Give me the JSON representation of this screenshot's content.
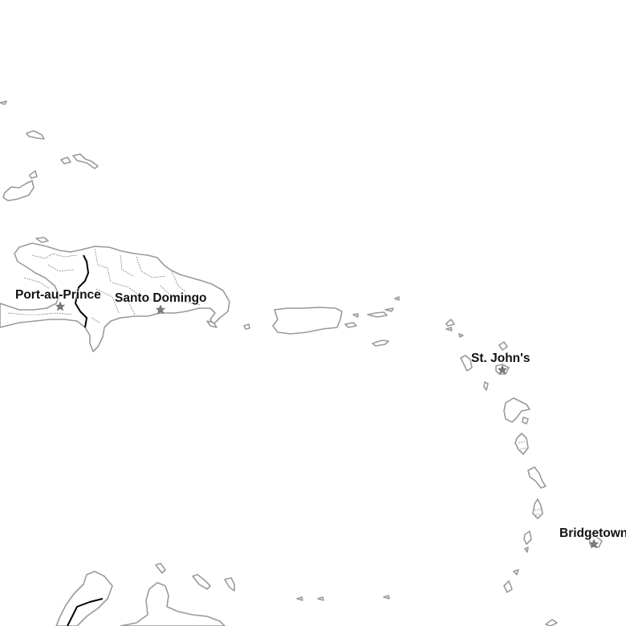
{
  "map": {
    "cities": [
      {
        "id": "port-au-prince",
        "name": "Port-au-Prince",
        "capital": true
      },
      {
        "id": "santo-domingo",
        "name": "Santo Domingo",
        "capital": true
      },
      {
        "id": "st-johns",
        "name": "St. John's",
        "capital": true
      },
      {
        "id": "bridgetown",
        "name": "Bridgetown",
        "capital": true
      }
    ],
    "colors": {
      "land_stroke": "#9a9a9a",
      "international_border": "#000000",
      "admin_border": "#5a5a5a",
      "capital_marker": "#7a7a7a",
      "background": "#ffffff"
    },
    "marker_icon": "star-icon"
  }
}
